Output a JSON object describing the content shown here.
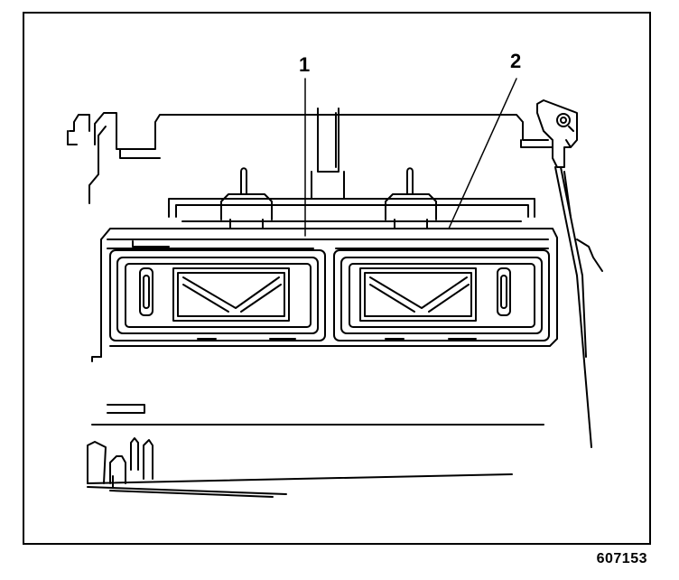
{
  "callouts": {
    "item_1": "1",
    "item_2": "2"
  },
  "figure_number": "607153",
  "colors": {
    "line": "#000000",
    "background": "#ffffff"
  }
}
